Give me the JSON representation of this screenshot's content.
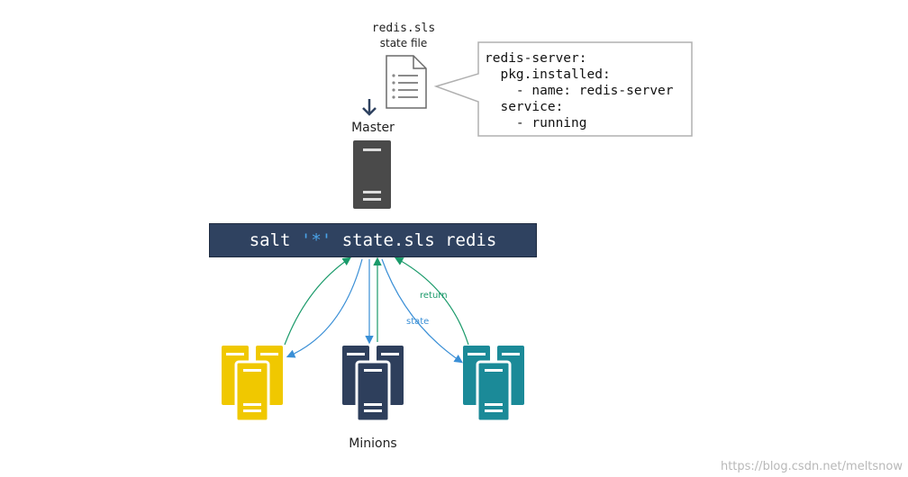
{
  "state_file": {
    "name": "redis.sls",
    "caption": "state file"
  },
  "master_label": "Master",
  "minions_label": "Minions",
  "code_lines": [
    "redis-server:",
    "  pkg.installed:",
    "    - name: redis-server",
    "  service:",
    "    - running"
  ],
  "command": {
    "before": "salt ",
    "target": "'*'",
    "after": " state.sls redis"
  },
  "arrow_labels": {
    "return": "return",
    "state": "state"
  },
  "watermark": "https://blog.csdn.net/meltsnow",
  "colors": {
    "command_bar": "#2f4260",
    "target_highlight": "#4aa3e8",
    "master_server": "#4a4a4a",
    "minion_yellow": "#f0c800",
    "minion_navy": "#2e3f5c",
    "minion_teal": "#1b8a98",
    "return_arrow": "#1a9a6a",
    "state_arrow": "#3a8fd6"
  },
  "icons": [
    "document-icon",
    "down-arrow-icon",
    "server-icon"
  ]
}
